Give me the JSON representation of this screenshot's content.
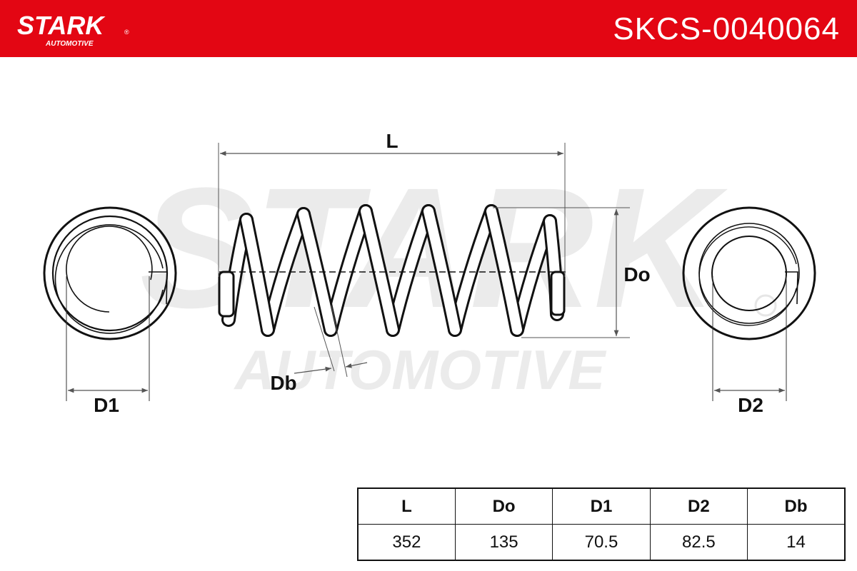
{
  "header": {
    "brand_name": "STARK",
    "brand_sub": "AUTOMOTIVE",
    "part_number": "SKCS-0040064",
    "brand_color": "#e30613"
  },
  "watermark": {
    "main": "STARK",
    "sub": "AUTOMOTIVE"
  },
  "diagram": {
    "labels": {
      "length": "L",
      "outer_diameter": "Do",
      "bar_diameter": "Db",
      "end_diameter_1": "D1",
      "end_diameter_2": "D2"
    }
  },
  "specs": {
    "headers": [
      "L",
      "Do",
      "D1",
      "D2",
      "Db"
    ],
    "values": [
      "352",
      "135",
      "70.5",
      "82.5",
      "14"
    ]
  }
}
